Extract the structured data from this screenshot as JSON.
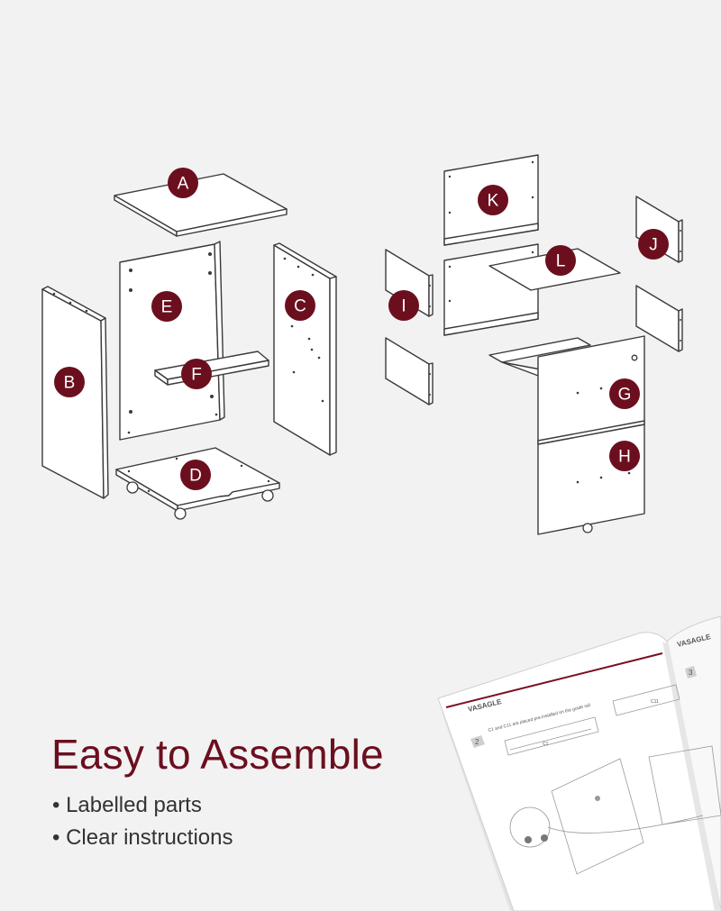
{
  "parts": {
    "A": "A",
    "B": "B",
    "C": "C",
    "D": "D",
    "E": "E",
    "F": "F",
    "G": "G",
    "H": "H",
    "I": "I",
    "J": "J",
    "K": "K",
    "L": "L"
  },
  "headline": "Easy to Assemble",
  "features": [
    "Labelled parts",
    "Clear instructions"
  ],
  "manual": {
    "brand": "VASAGLE",
    "step_left": "2",
    "step_right": "3",
    "note": "C1 and C11 are placed pre-installed on the guide rail",
    "label_c1": "C1",
    "label_c11": "C11"
  },
  "colors": {
    "badge": "#6b0f1e",
    "headline": "#6b0f1e",
    "background": "#f2f2f2"
  }
}
